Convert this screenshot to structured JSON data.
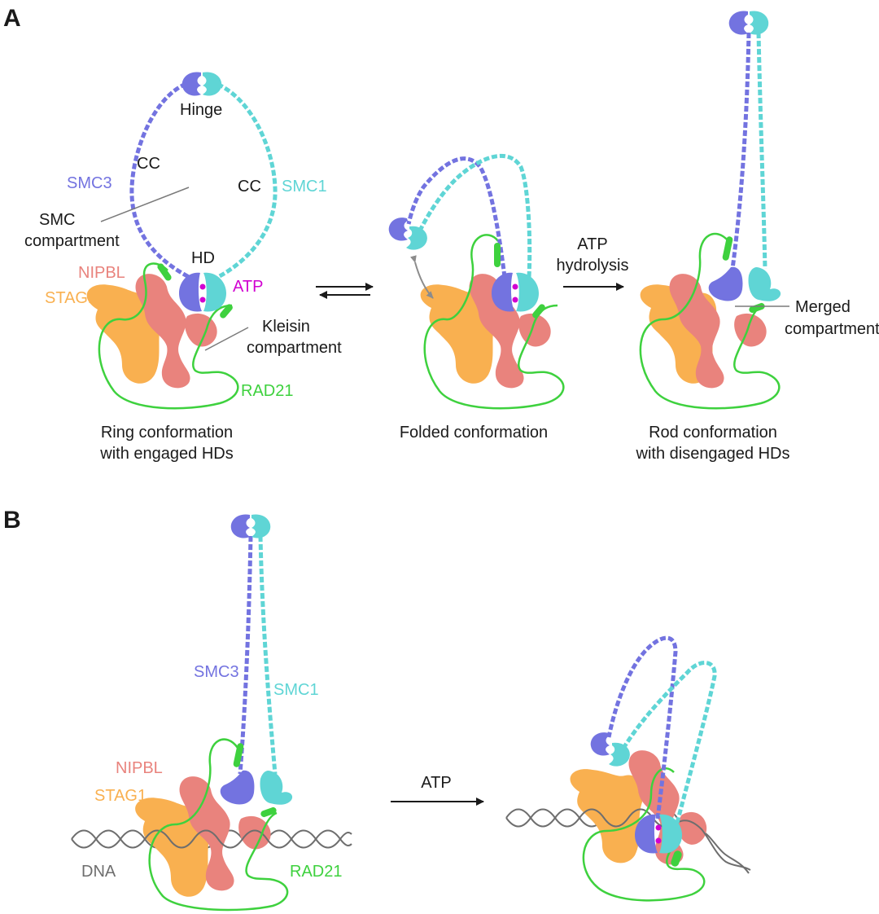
{
  "colors": {
    "smc3": "#7373e0",
    "smc1": "#5fd5d5",
    "nipbl": "#e9837d",
    "stag1": "#f9b050",
    "rad21": "#3ed13e",
    "atp": "#d100d1",
    "dna": "#6e6e6e",
    "text": "#1a1a1a"
  },
  "panel_a": {
    "label": "A",
    "ring": {
      "hinge": "Hinge",
      "cc_left": "CC",
      "cc_right": "CC",
      "smc3": "SMC3",
      "smc1": "SMC1",
      "smc_comp_1": "SMC",
      "smc_comp_2": "compartment",
      "hd": "HD",
      "nipbl": "NIPBL",
      "stag1": "STAG1",
      "atp": "ATP",
      "kleisin_1": "Kleisin",
      "kleisin_2": "compartment",
      "rad21": "RAD21",
      "caption_1": "Ring conformation",
      "caption_2": "with engaged HDs"
    },
    "folded": {
      "caption": "Folded conformation",
      "arrow_1": "ATP",
      "arrow_2": "hydrolysis"
    },
    "rod": {
      "merged_1": "Merged",
      "merged_2": "compartment",
      "caption_1": "Rod conformation",
      "caption_2": "with disengaged HDs"
    }
  },
  "panel_b": {
    "label": "B",
    "smc3": "SMC3",
    "smc1": "SMC1",
    "nipbl": "NIPBL",
    "stag1": "STAG1",
    "dna": "DNA",
    "rad21": "RAD21",
    "arrow": "ATP"
  }
}
